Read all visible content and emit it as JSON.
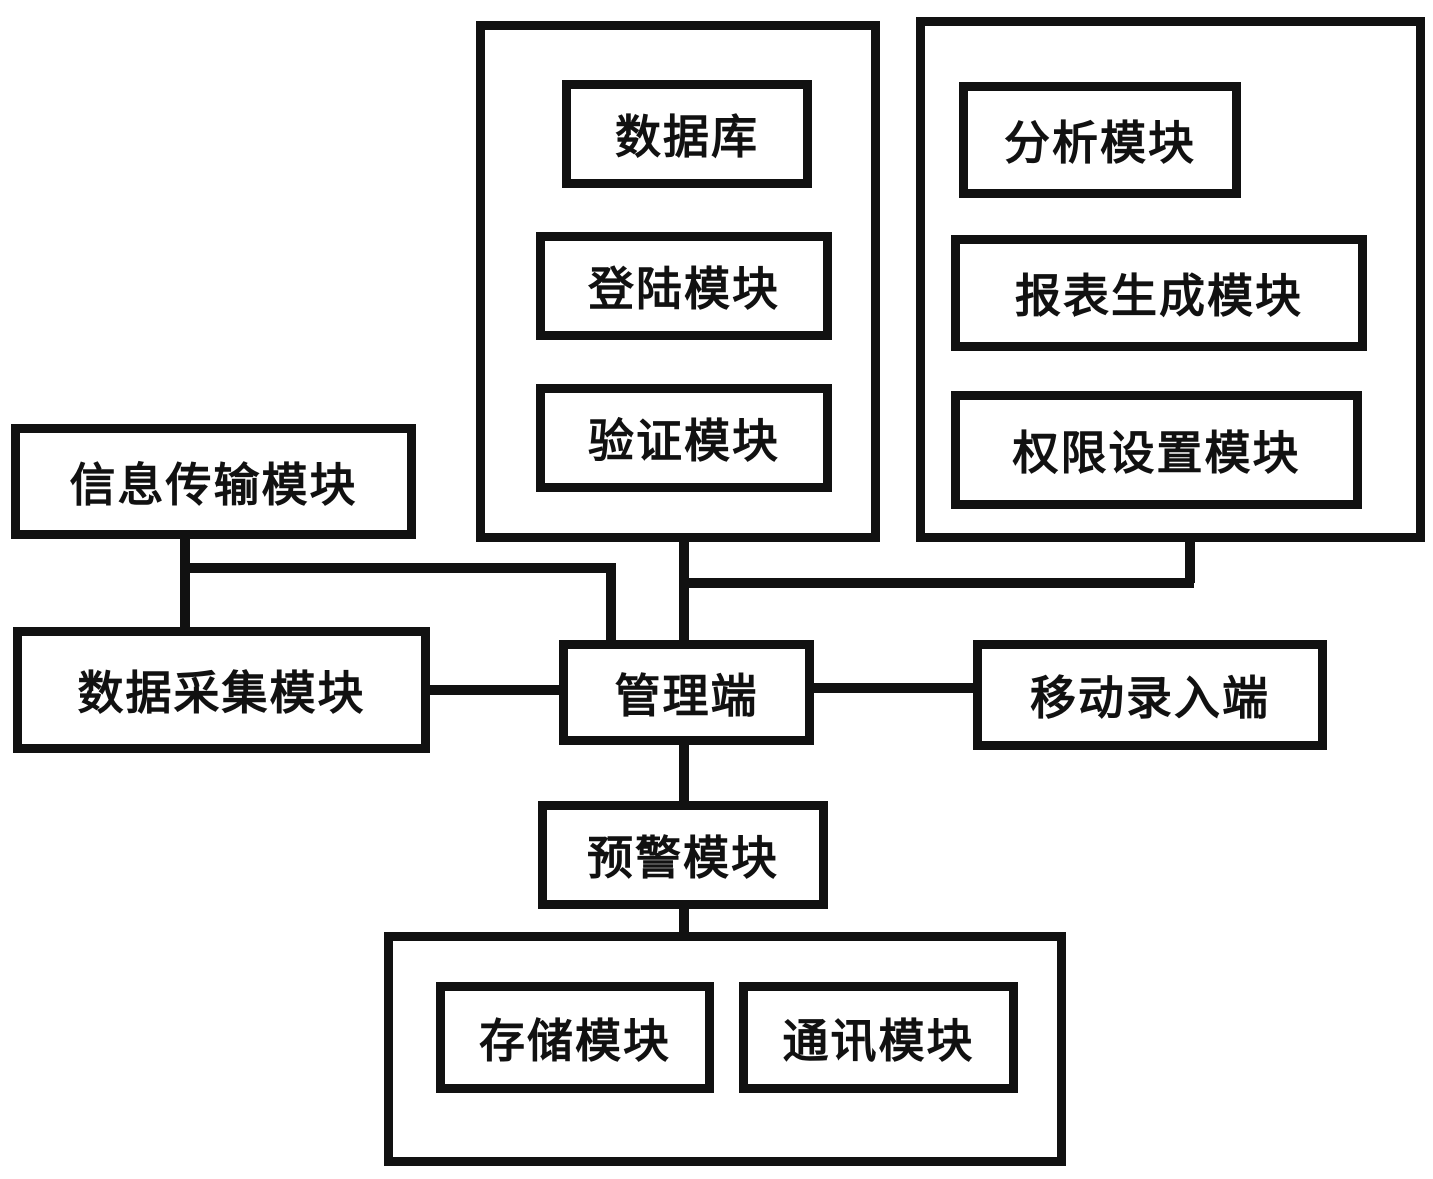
{
  "nodes": {
    "database": "数据库",
    "login_module": "登陆模块",
    "verify_module": "验证模块",
    "analysis_module": "分析模块",
    "report_module": "报表生成模块",
    "permission_module": "权限设置模块",
    "info_transfer_module": "信息传输模块",
    "data_collect_module": "数据采集模块",
    "management_end": "管理端",
    "mobile_entry_end": "移动录入端",
    "warning_module": "预警模块",
    "storage_module": "存储模块",
    "communication_module": "通讯模块"
  }
}
